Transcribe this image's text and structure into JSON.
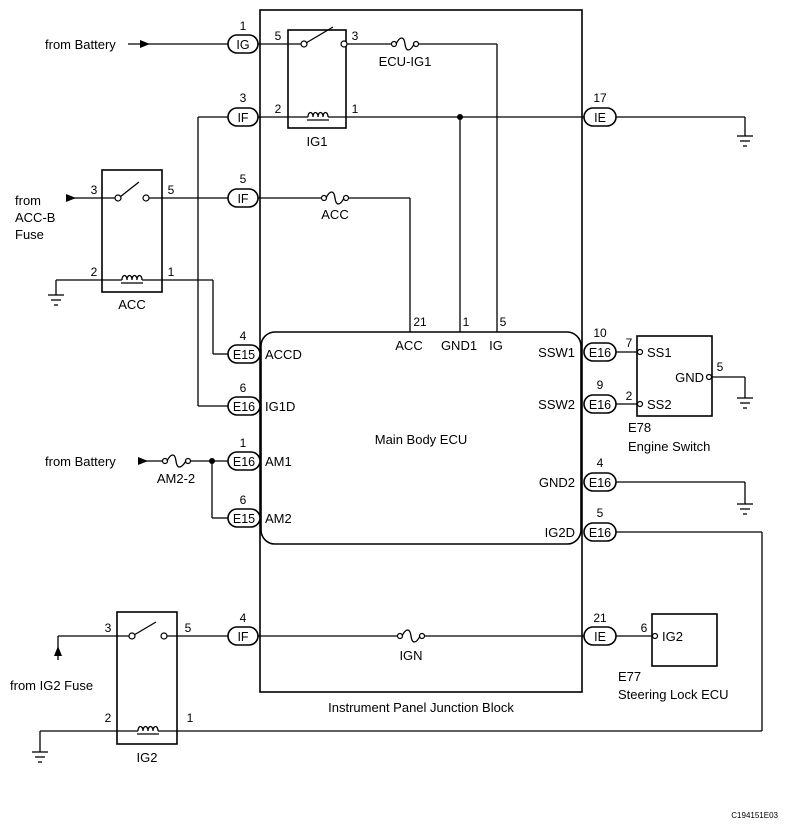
{
  "labels": {
    "from_battery_1": "from Battery",
    "from_accb_1": "from",
    "from_accb_2": "ACC-B",
    "from_accb_3": "Fuse",
    "from_battery_2": "from Battery",
    "from_ig2_fuse": "from IG2 Fuse",
    "ecu_ig1": "ECU-IG1",
    "ig1_relay": "IG1",
    "acc_fuse": "ACC",
    "acc_relay": "ACC",
    "am22_fuse": "AM2-2",
    "ign_fuse": "IGN",
    "ig2_relay": "IG2",
    "main_body_ecu": "Main Body ECU",
    "junction_block": "Instrument Panel Junction Block",
    "e78_code": "E78",
    "engine_switch": "Engine Switch",
    "e77_code": "E77",
    "steering_lock_ecu": "Steering Lock ECU",
    "image_code": "C194151E03"
  },
  "connectors": {
    "ig_top": "IG",
    "if_3": "IF",
    "if_5": "IF",
    "ie_17": "IE",
    "e15_accd": "E15",
    "e16_ig1d": "E16",
    "e16_am1": "E16",
    "e15_am2": "E15",
    "e16_ssw1": "E16",
    "e16_ssw2": "E16",
    "e16_gnd2": "E16",
    "e16_ig2d": "E16",
    "if_4": "IF",
    "ie_21": "IE"
  },
  "pins": {
    "conn_ig": "1",
    "relay_ig1_5": "5",
    "relay_ig1_3": "3",
    "conn_if3": "3",
    "relay_ig1_2": "2",
    "relay_ig1_1": "1",
    "conn_ie17": "17",
    "relay_acc_3": "3",
    "relay_acc_5": "5",
    "conn_if5": "5",
    "relay_acc_2": "2",
    "relay_acc_1": "1",
    "ecu_21": "21",
    "ecu_1": "1",
    "ecu_5": "5",
    "conn_e15_4": "4",
    "conn_e16_6": "6",
    "conn_e16_1": "1",
    "conn_e15_6": "6",
    "conn_e16_10": "10",
    "conn_e16_9": "9",
    "conn_e16_4": "4",
    "conn_e16_5": "5",
    "sw_7": "7",
    "sw_2": "2",
    "sw_5": "5",
    "relay_ig2_3": "3",
    "relay_ig2_5": "5",
    "relay_ig2_2": "2",
    "relay_ig2_1": "1",
    "conn_if4": "4",
    "conn_ie21": "21",
    "slk_6": "6"
  },
  "terminals": {
    "acc": "ACC",
    "gnd1": "GND1",
    "ig": "IG",
    "accd": "ACCD",
    "ig1d": "IG1D",
    "am1": "AM1",
    "am2": "AM2",
    "ssw1": "SSW1",
    "ssw2": "SSW2",
    "gnd2": "GND2",
    "ig2d": "IG2D",
    "ss1": "SS1",
    "ss2": "SS2",
    "gnd": "GND",
    "ig2": "IG2"
  }
}
